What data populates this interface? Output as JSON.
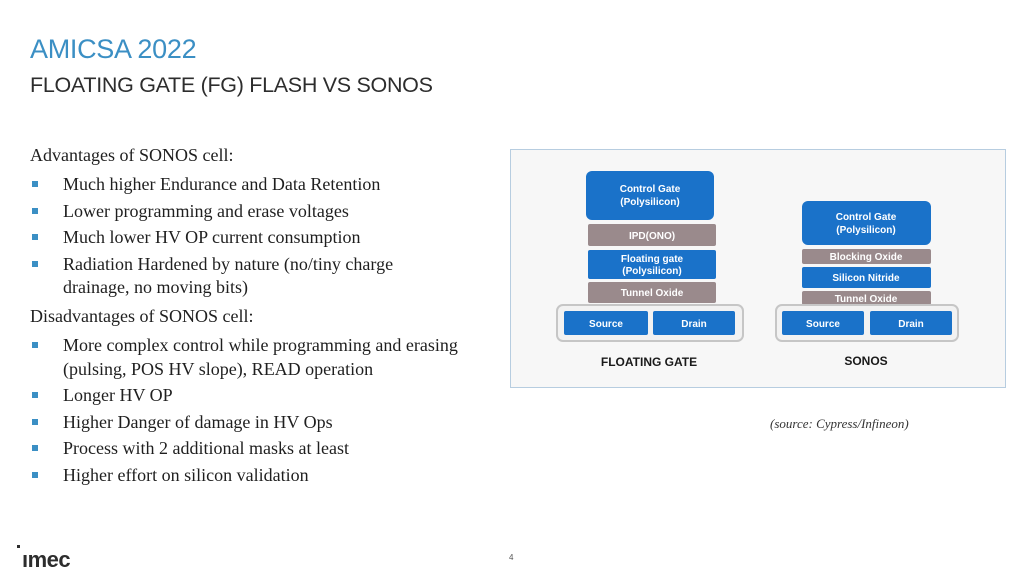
{
  "title": "AMICSA 2022",
  "subtitle": "FLOATING GATE (FG) FLASH VS SONOS",
  "advantages": {
    "heading": "Advantages of SONOS cell:",
    "items": [
      "Much higher Endurance and Data Retention",
      "Lower programming and erase voltages",
      "Much lower HV OP current consumption",
      "Radiation Hardened by nature (no/tiny charge drainage, no moving bits)"
    ]
  },
  "disadvantages": {
    "heading": "Disadvantages of SONOS cell:",
    "items": [
      "More complex control while programming and erasing (pulsing, POS HV slope), READ operation",
      "Longer HV OP",
      "Higher Danger of damage in HV Ops",
      "Process with 2 additional masks at least",
      "Higher effort on silicon validation"
    ]
  },
  "diagram": {
    "floating_gate": {
      "control_gate": [
        "Control Gate",
        "(Polysilicon)"
      ],
      "ipd": "IPD(ONO)",
      "floating_gate": [
        "Floating gate",
        "(Polysilicon)"
      ],
      "tunnel_oxide": "Tunnel Oxide",
      "source": "Source",
      "drain": "Drain",
      "label": "FLOATING GATE"
    },
    "sonos": {
      "control_gate": [
        "Control Gate",
        "(Polysilicon)"
      ],
      "blocking_oxide": "Blocking Oxide",
      "silicon_nitride": "Silicon Nitride",
      "tunnel_oxide": "Tunnel Oxide",
      "source": "Source",
      "drain": "Drain",
      "label": "SONOS"
    },
    "colors": {
      "blue": "#1a72c9",
      "gray": "#9a8a8c",
      "outline": "#c6c6c6"
    }
  },
  "source_note": "(source: Cypress/Infineon)",
  "logo": "imec",
  "page_number": "4"
}
